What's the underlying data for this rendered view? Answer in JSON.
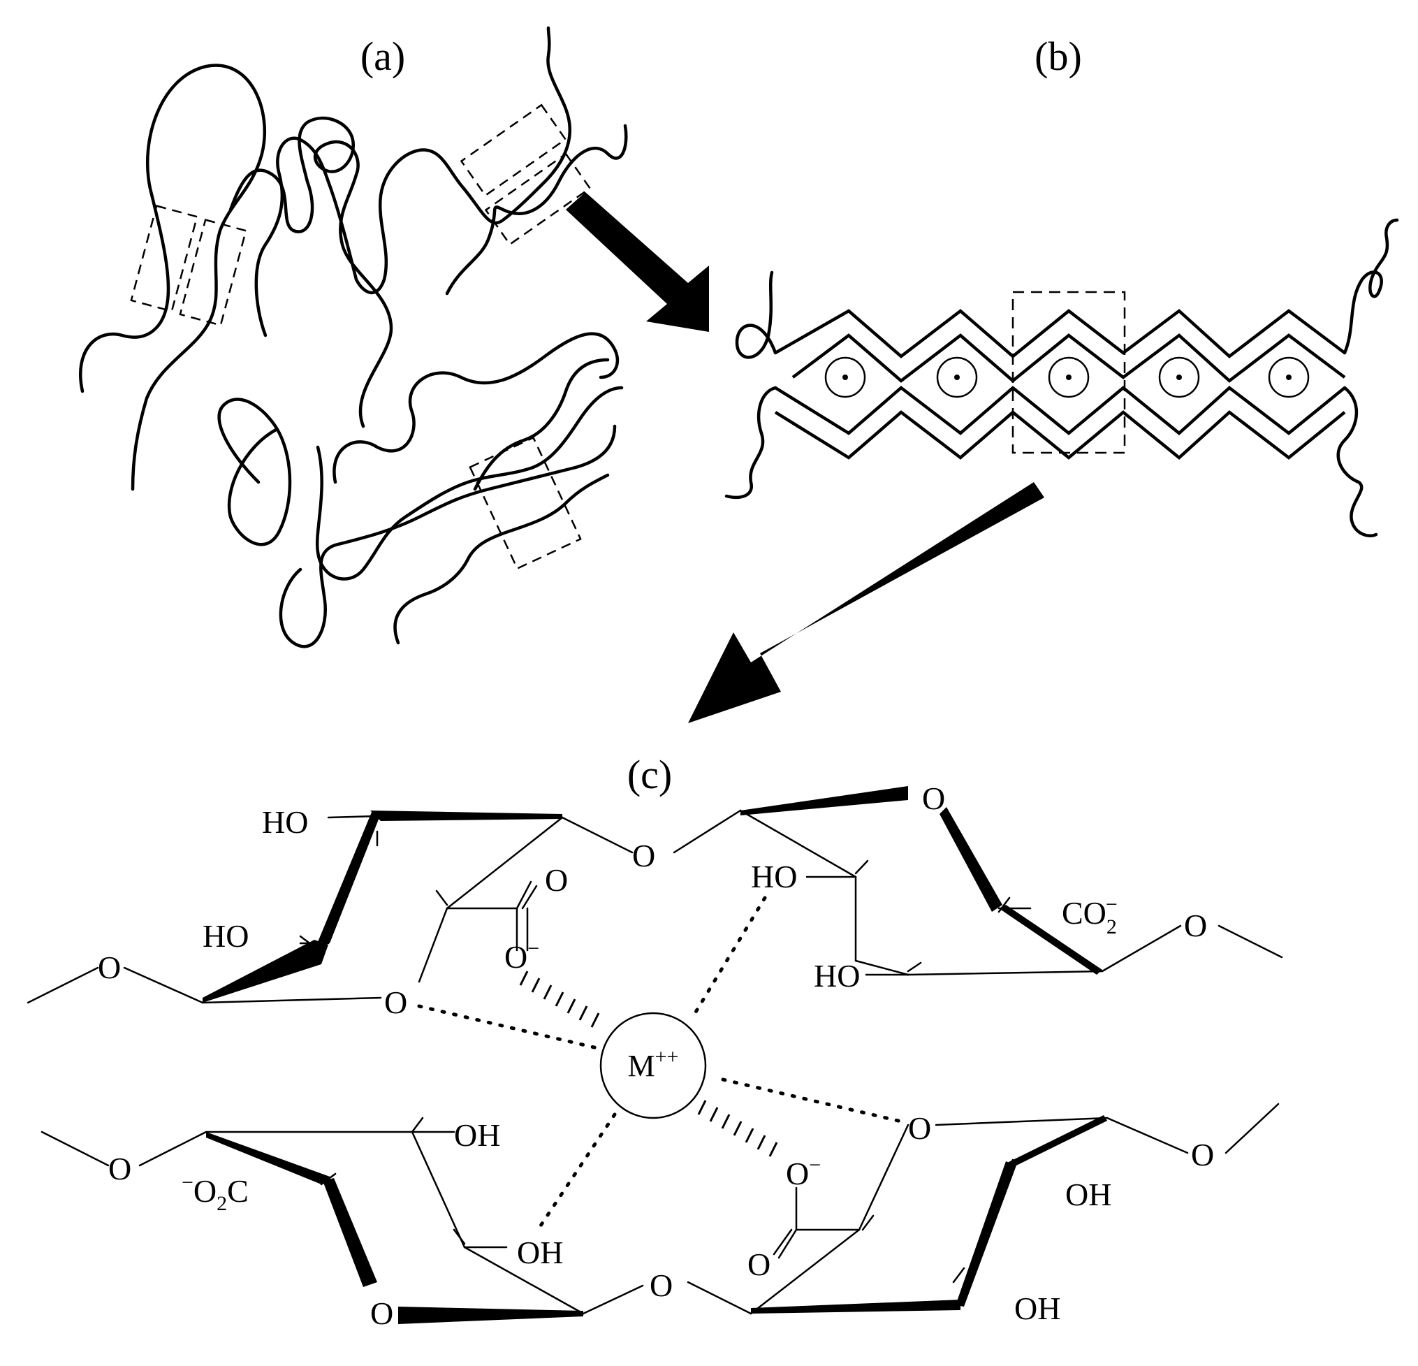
{
  "panels": {
    "a": {
      "label": "(a)"
    },
    "b": {
      "label": "(b)"
    },
    "c": {
      "label": "(c)"
    }
  },
  "chemistry": {
    "top_ho_1": "HO",
    "top_ho_2": "HO",
    "top_o_left": "O",
    "top_ring_o_left": "O",
    "top_carbonyl_o": "O",
    "top_carboxylate_o": "O",
    "top_glycosidic_o": "O",
    "top_ho_3": "HO",
    "top_ring_o_right": "O",
    "top_co2": "CO",
    "top_co2_sub": "2",
    "top_co2_sup": "−",
    "top_ho_4": "HO",
    "top_o_right": "O",
    "metal": "M",
    "metal_charge": "++",
    "bot_o_left": "O",
    "bot_o2c_minus": "−",
    "bot_o2c_o": "O",
    "bot_o2c_sub": "2",
    "bot_o2c_c": "C",
    "bot_oh_1": "OH",
    "bot_oh_2": "OH",
    "bot_ring_o_left": "O",
    "bot_glycosidic_o": "O",
    "bot_carbonyl_o": "O",
    "bot_carboxylate_o": "O",
    "bot_ring_o_right": "O",
    "bot_o_right": "O",
    "bot_oh_3": "OH",
    "bot_oh_4": "OH"
  },
  "colors": {
    "ink": "#000000",
    "background": "#ffffff"
  }
}
